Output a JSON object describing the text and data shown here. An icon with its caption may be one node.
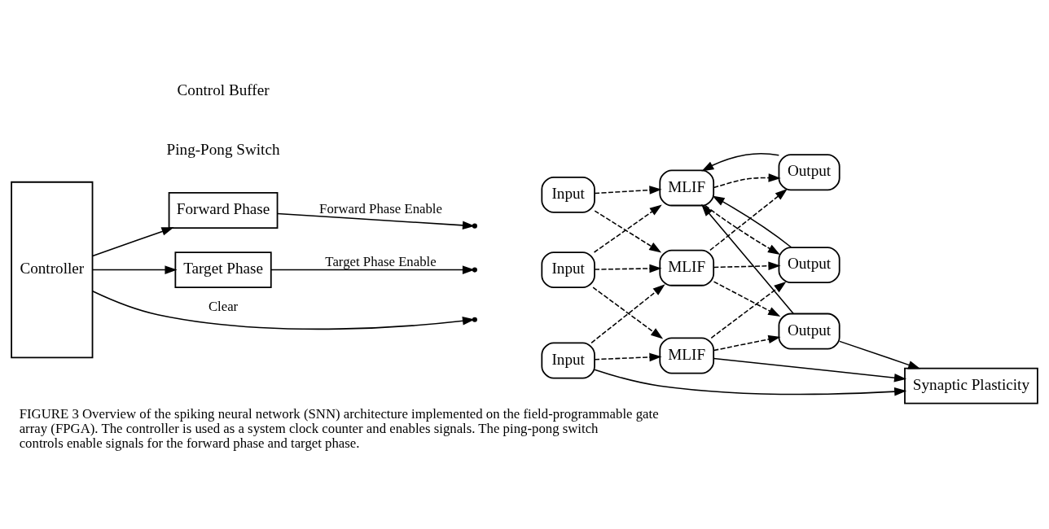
{
  "diagram": {
    "caption": "FIGURE 3 Overview of the spiking neural network (SNN) architecture implemented on the field-programmable gate array (FPGA). The controller is used as a system clock counter and enables signals. The ping-pong switch controls enable signals for the forward phase and target phase.",
    "nodes": [
      {
        "text": [
          "Controller"
        ]
      },
      {
        "text": [
          "Forward Phase"
        ]
      },
      {
        "text": [
          "Target Phase"
        ]
      },
      {
        "text": [
          "Input"
        ]
      },
      {
        "text": [
          "Input"
        ]
      },
      {
        "text": [
          "Input"
        ]
      },
      {
        "text": [
          "MLIF"
        ]
      },
      {
        "text": [
          "MLIF"
        ]
      },
      {
        "text": [
          "MLIF"
        ]
      },
      {
        "text": [
          "Output"
        ]
      },
      {
        "text": [
          "Output"
        ]
      },
      {
        "text": [
          "Output"
        ]
      },
      {
        "text": [
          "Synaptic Plasticity"
        ]
      }
    ],
    "edges": [
      {
        "from": 0,
        "to": 1,
        "arrow": "to"
      },
      {
        "from": 0,
        "to": 2,
        "arrow": "to"
      },
      {
        "from": 1,
        "to": null,
        "arrow": "to",
        "label": "Forward Phase Enable"
      },
      {
        "from": 2,
        "to": null,
        "arrow": "to",
        "label": "Target Phase Enable"
      },
      {
        "from": 0,
        "to": null,
        "arrow": "to",
        "label": "Clear"
      },
      {
        "from": 3,
        "to": 6,
        "arrow": "to",
        "style": "dashed"
      },
      {
        "from": 3,
        "to": 7,
        "arrow": "to",
        "style": "dashed"
      },
      {
        "from": 4,
        "to": 6,
        "arrow": "to",
        "style": "dashed"
      },
      {
        "from": 4,
        "to": 7,
        "arrow": "to",
        "style": "dashed"
      },
      {
        "from": 4,
        "to": 8,
        "arrow": "to",
        "style": "dashed"
      },
      {
        "from": 5,
        "to": 7,
        "arrow": "to",
        "style": "dashed"
      },
      {
        "from": 5,
        "to": 8,
        "arrow": "to",
        "style": "dashed"
      },
      {
        "from": 6,
        "to": 9,
        "arrow": "to",
        "style": "dashed"
      },
      {
        "from": 6,
        "to": 10,
        "arrow": "to",
        "style": "dashed"
      },
      {
        "from": 7,
        "to": 9,
        "arrow": "to",
        "style": "dashed"
      },
      {
        "from": 7,
        "to": 10,
        "arrow": "to",
        "style": "dashed"
      },
      {
        "from": 7,
        "to": 11,
        "arrow": "to",
        "style": "dashed"
      },
      {
        "from": 8,
        "to": 10,
        "arrow": "to",
        "style": "dashed"
      },
      {
        "from": 8,
        "to": 11,
        "arrow": "to",
        "style": "dashed"
      },
      {
        "from": 9,
        "to": 6,
        "arrow": "to"
      },
      {
        "from": 10,
        "to": 6,
        "arrow": "to"
      },
      {
        "from": 11,
        "to": 6,
        "arrow": "to"
      },
      {
        "from": 5,
        "to": 12,
        "arrow": "to"
      },
      {
        "from": 8,
        "to": 12,
        "arrow": "to"
      },
      {
        "from": 11,
        "to": 12,
        "arrow": "to"
      }
    ],
    "labels": [
      "Ping-Pong Switch",
      "Control Buffer"
    ]
  }
}
